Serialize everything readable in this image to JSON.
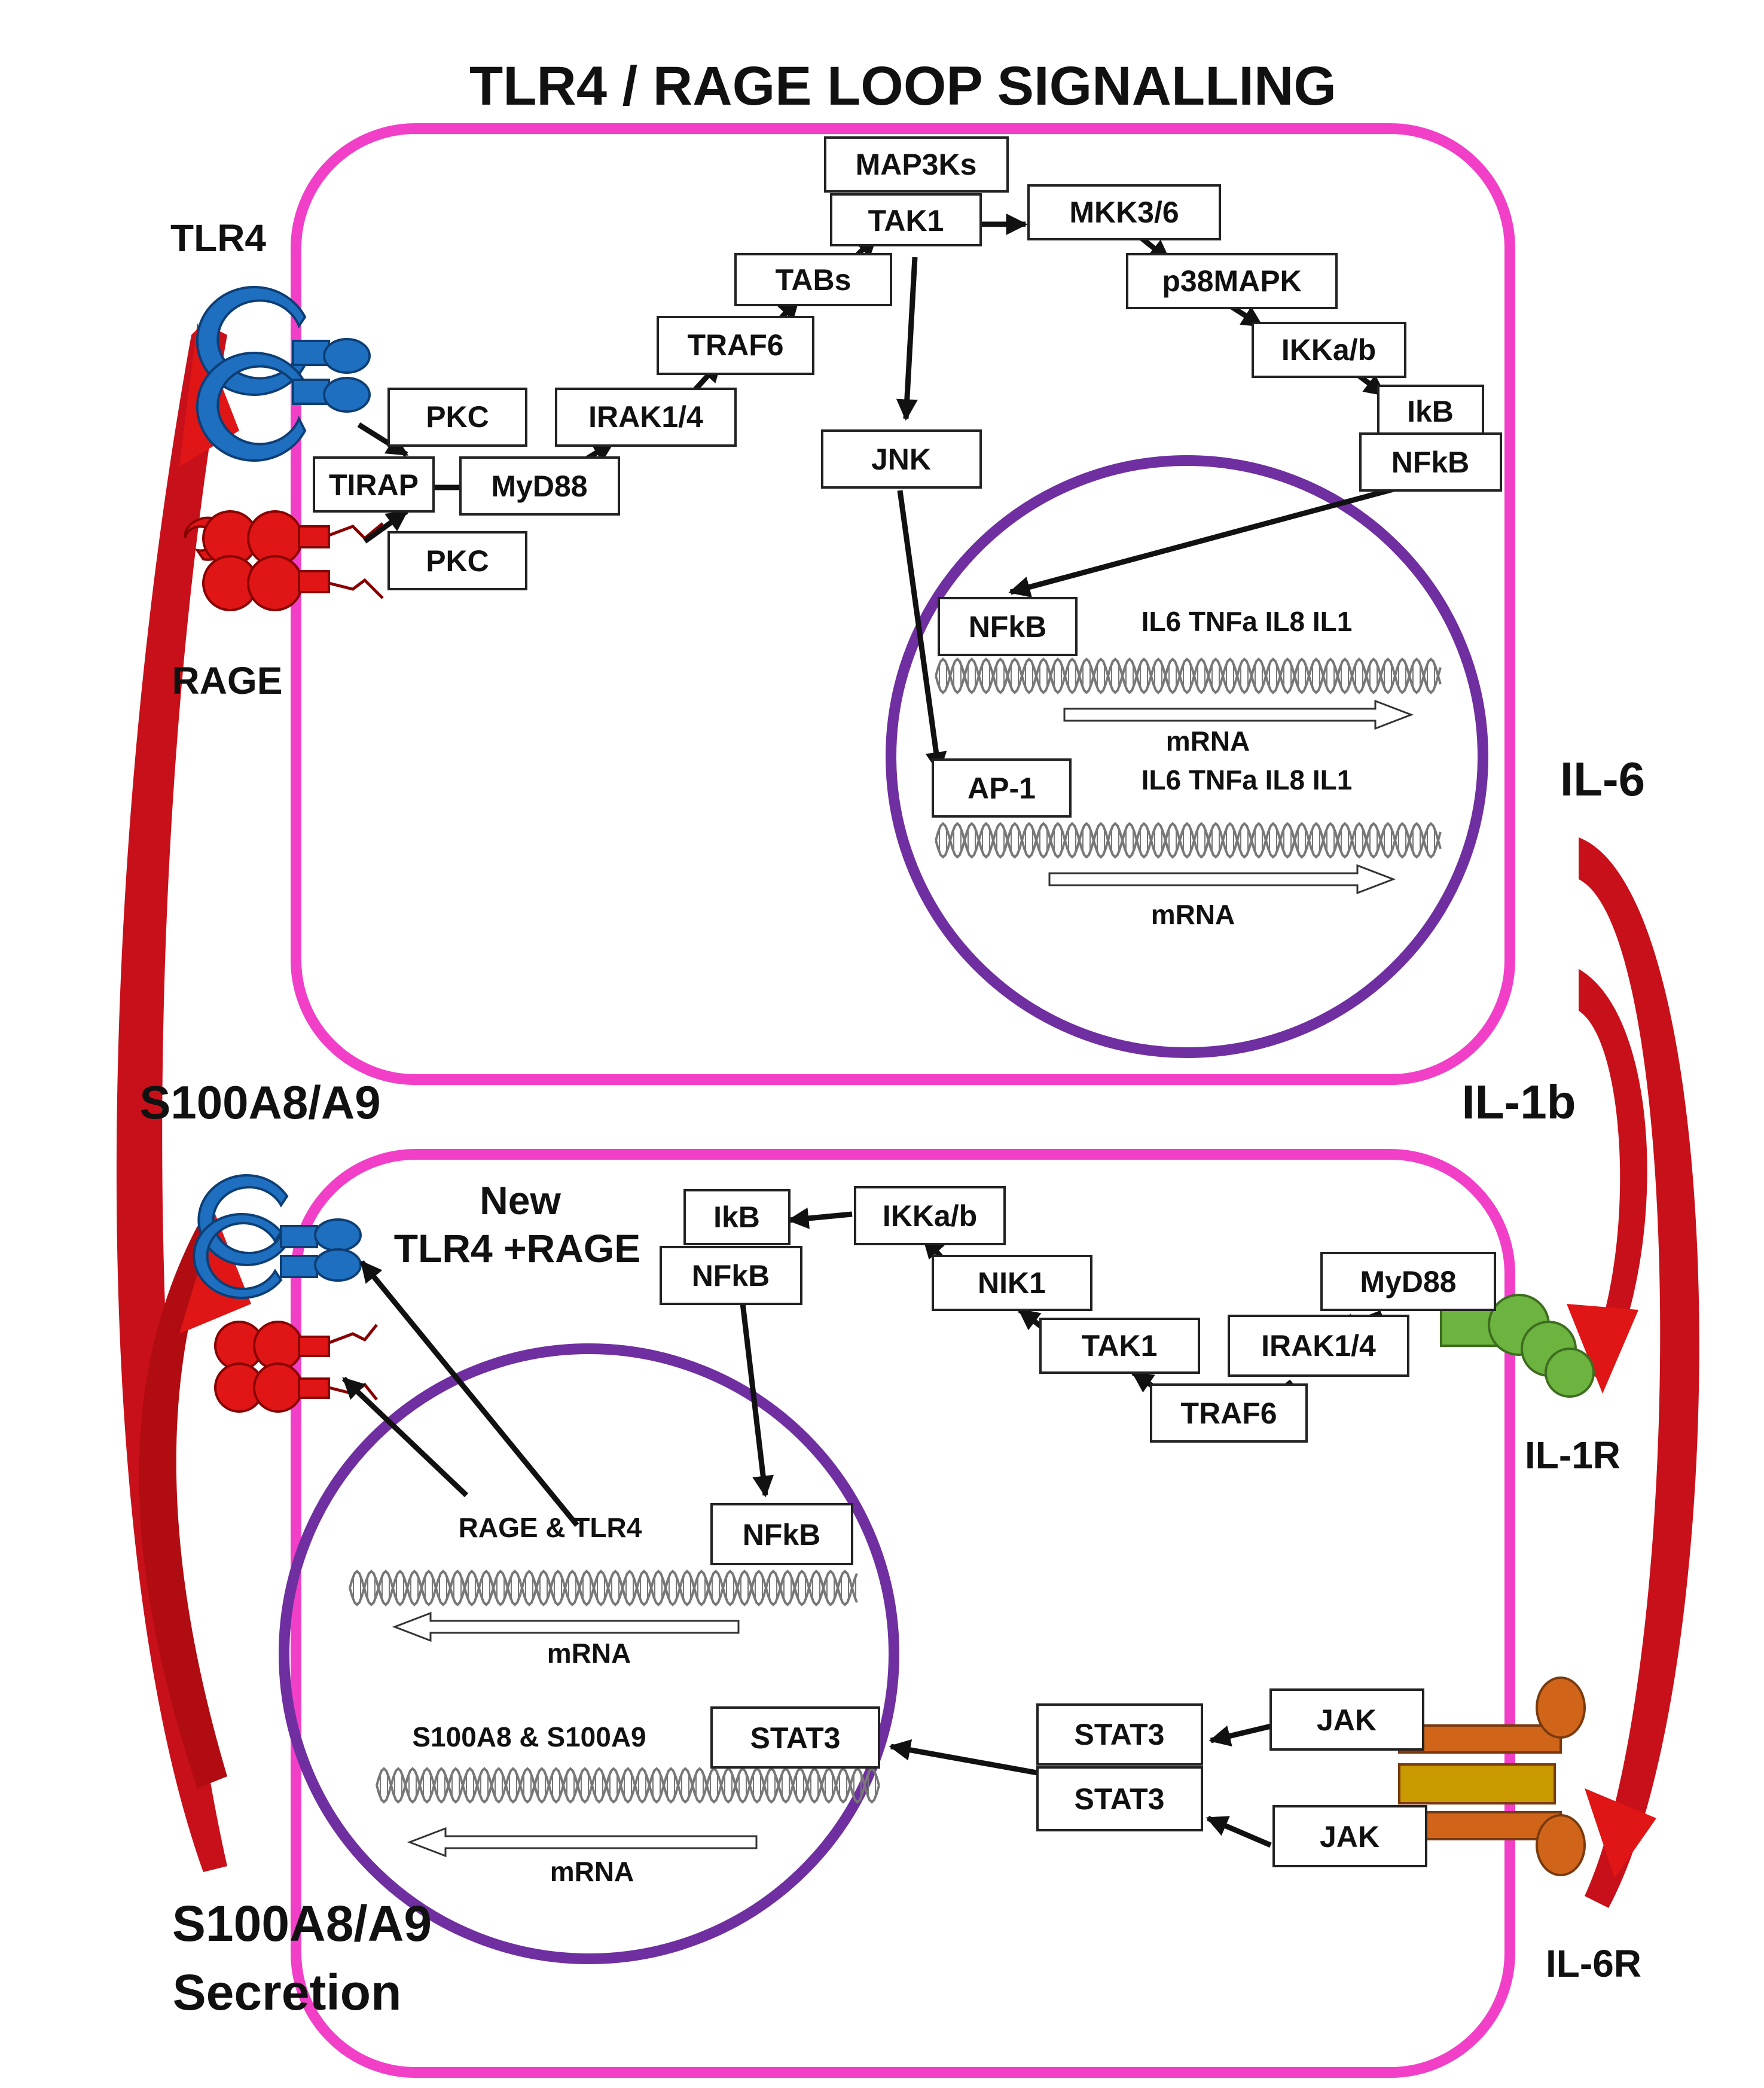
{
  "title": "TLR4 / RAGE LOOP SIGNALLING",
  "colors": {
    "membrane": "#f23fc8",
    "nucleus": "#6f2fa0",
    "tlr4": "#1e6fbf",
    "rage": "#e01515",
    "il1r": "#6db33f",
    "il6r": "#d0651a",
    "il6r_band": "#c99a00",
    "secretion_arrow": "#c8101a",
    "dna": "#888888"
  },
  "outer_labels": {
    "tlr4": "TLR4",
    "rage": "RAGE",
    "s100": "S100A8/A9",
    "il6": "IL-6",
    "il1b": "IL-1b",
    "il1r": "IL-1R",
    "il6r": "IL-6R",
    "secretion_line1": "S100A8/A9",
    "secretion_line2": "Secretion",
    "new_line1": "New",
    "new_line2": "TLR4 +RAGE"
  },
  "top_cell": {
    "boxes": {
      "map3ks": "MAP3Ks",
      "tak1": "TAK1",
      "mkk36": "MKK3/6",
      "tabs": "TABs",
      "p38mapk": "p38MAPK",
      "traf6": "TRAF6",
      "ikkab": "IKKa/b",
      "pkc1": "PKC",
      "irak14": "IRAK1/4",
      "jnk": "JNK",
      "ikb": "IkB",
      "nfkb": "NFkB",
      "tirap": "TIRAP",
      "myd88": "MyD88",
      "pkc2": "PKC"
    },
    "nucleus": {
      "nfkb": "NFkB",
      "genes1": "IL6 TNFa IL8 IL1",
      "mrna1": "mRNA",
      "ap1": "AP-1",
      "genes2": "IL6 TNFa IL8 IL1",
      "mrna2": "mRNA"
    }
  },
  "bottom_cell": {
    "boxes": {
      "ikb": "IkB",
      "ikkab": "IKKa/b",
      "nfkb": "NFkB",
      "nik1": "NIK1",
      "myd88": "MyD88",
      "tak1": "TAK1",
      "irak14": "IRAK1/4",
      "traf6": "TRAF6",
      "stat3a": "STAT3",
      "stat3b": "STAT3",
      "jak1": "JAK",
      "jak2": "JAK"
    },
    "nucleus": {
      "genes1": "RAGE & TLR4",
      "nfkb": "NFkB",
      "mrna1": "mRNA",
      "genes2": "S100A8 & S100A9",
      "stat3": "STAT3",
      "mrna2": "mRNA"
    }
  }
}
